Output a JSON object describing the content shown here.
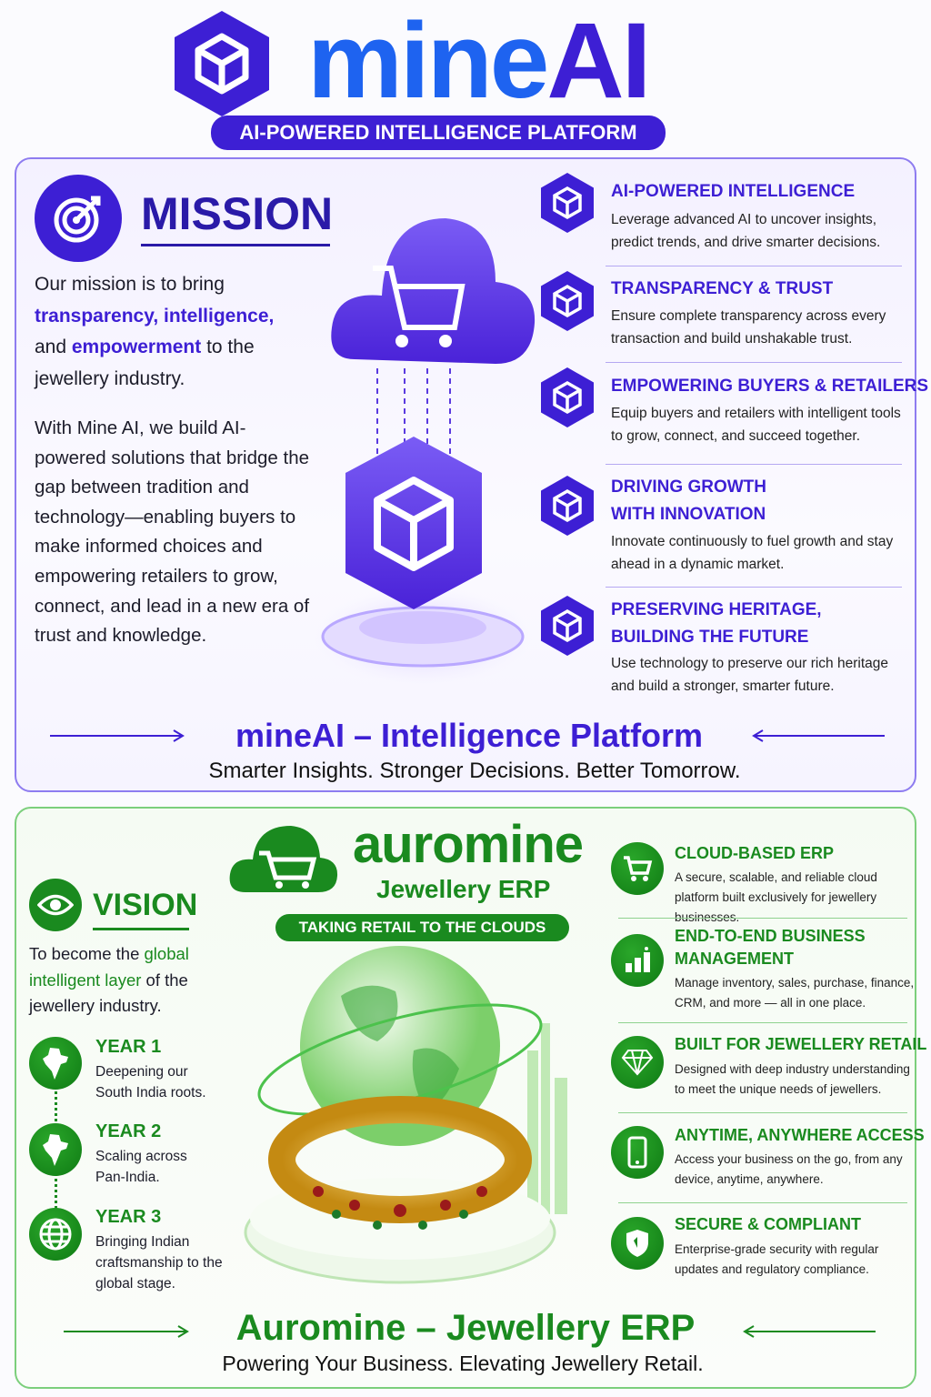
{
  "header": {
    "brand_part1": "mine",
    "brand_part2": "AI",
    "subtitle": "AI-POWERED INTELLIGENCE PLATFORM"
  },
  "mission": {
    "title": "MISSION",
    "p1": {
      "a": "Our mission is to bring ",
      "b": "transparency, intelligence,",
      "c": " and ",
      "d": "empowerment",
      "e": " to the jewellery industry."
    },
    "p2": "With Mine AI, we build AI-powered solutions that bridge the gap between tradition and technology—enabling buyers to make informed choices and empowering retailers to grow, connect, and lead in a new era of trust and knowledge.",
    "features": [
      {
        "title": "AI-POWERED INTELLIGENCE",
        "desc": "Leverage advanced AI to uncover insights, predict trends, and drive smarter decisions."
      },
      {
        "title": "TRANSPARENCY & TRUST",
        "desc": "Ensure complete transparency across every transaction and build unshakable trust."
      },
      {
        "title": "EMPOWERING BUYERS & RETAILERS",
        "desc": "Equip buyers and retailers with intelligent tools to grow, connect, and succeed together."
      },
      {
        "title": "DRIVING GROWTH WITH INNOVATION",
        "desc": "Innovate continuously to fuel growth and stay ahead in a dynamic market."
      },
      {
        "title": "PRESERVING HERITAGE, BUILDING THE FUTURE",
        "desc": "Use technology to preserve our rich heritage and build a stronger, smarter future."
      }
    ],
    "footer_title": "mineAI – Intelligence Platform",
    "footer_tagline": "Smarter Insights. Stronger Decisions. Better Tomorrow."
  },
  "auromine": {
    "brand": "auromine",
    "product": "Jewellery ERP",
    "pill": "TAKING RETAIL TO THE CLOUDS",
    "vision": {
      "title": "VISION",
      "a": "To become the ",
      "b": "global intelligent layer",
      "c": " of the jewellery industry."
    },
    "years": [
      {
        "title": "YEAR 1",
        "desc": "Deepening our South India roots."
      },
      {
        "title": "YEAR 2",
        "desc": "Scaling across Pan-India."
      },
      {
        "title": "YEAR 3",
        "desc": "Bringing Indian craftsmanship to the global stage."
      }
    ],
    "features": [
      {
        "title": "CLOUD-BASED ERP",
        "desc": "A secure, scalable, and reliable cloud platform built exclusively for jewellery businesses.",
        "icon": "cart-icon"
      },
      {
        "title": "END-TO-END BUSINESS MANAGEMENT",
        "desc": "Manage inventory, sales, purchase, finance, CRM, and more — all in one place.",
        "icon": "bar-chart-icon"
      },
      {
        "title": "BUILT FOR JEWELLERY RETAIL",
        "desc": "Designed with deep industry understanding to meet the unique needs of jewellers.",
        "icon": "diamond-icon"
      },
      {
        "title": "ANYTIME, ANYWHERE ACCESS",
        "desc": "Access your business on the go, from any device, anytime, anywhere.",
        "icon": "mobile-icon"
      },
      {
        "title": "SECURE & COMPLIANT",
        "desc": "Enterprise-grade security with regular updates and regulatory compliance.",
        "icon": "shield-icon"
      }
    ],
    "footer_title": "Auromine – Jewellery ERP",
    "footer_tagline": "Powering Your Business. Elevating Jewellery Retail."
  },
  "colors": {
    "purple": "#3d1fd4",
    "blue": "#1e63f0",
    "green": "#1a8a1f"
  }
}
